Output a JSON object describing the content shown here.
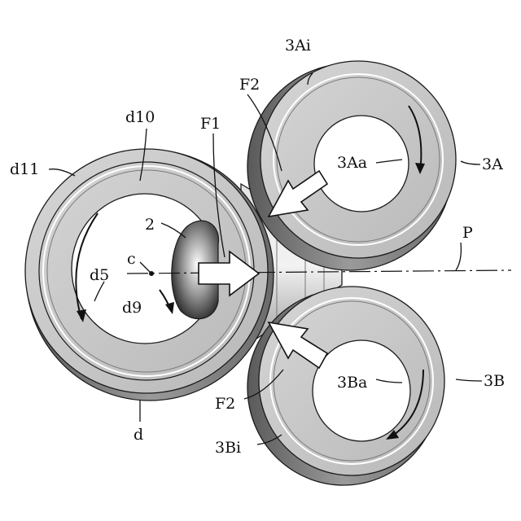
{
  "labels": {
    "d11": "d11",
    "d10": "d10",
    "F1": "F1",
    "F2_top": "F2",
    "A_inner_ring": "3Ai",
    "A_bore": "3Aa",
    "A_roller": "3A",
    "two": "2",
    "c": "c",
    "d5": "d5",
    "d9": "d9",
    "P": "P",
    "B_bore": "3Ba",
    "B_roller": "3B",
    "F2_bottom": "F2",
    "d": "d",
    "B_inner_ring": "3Bi"
  },
  "colors": {
    "ring_face": "#c8c8c8",
    "ring_side": "#8a8a8a",
    "outline": "#1a1a1a"
  }
}
